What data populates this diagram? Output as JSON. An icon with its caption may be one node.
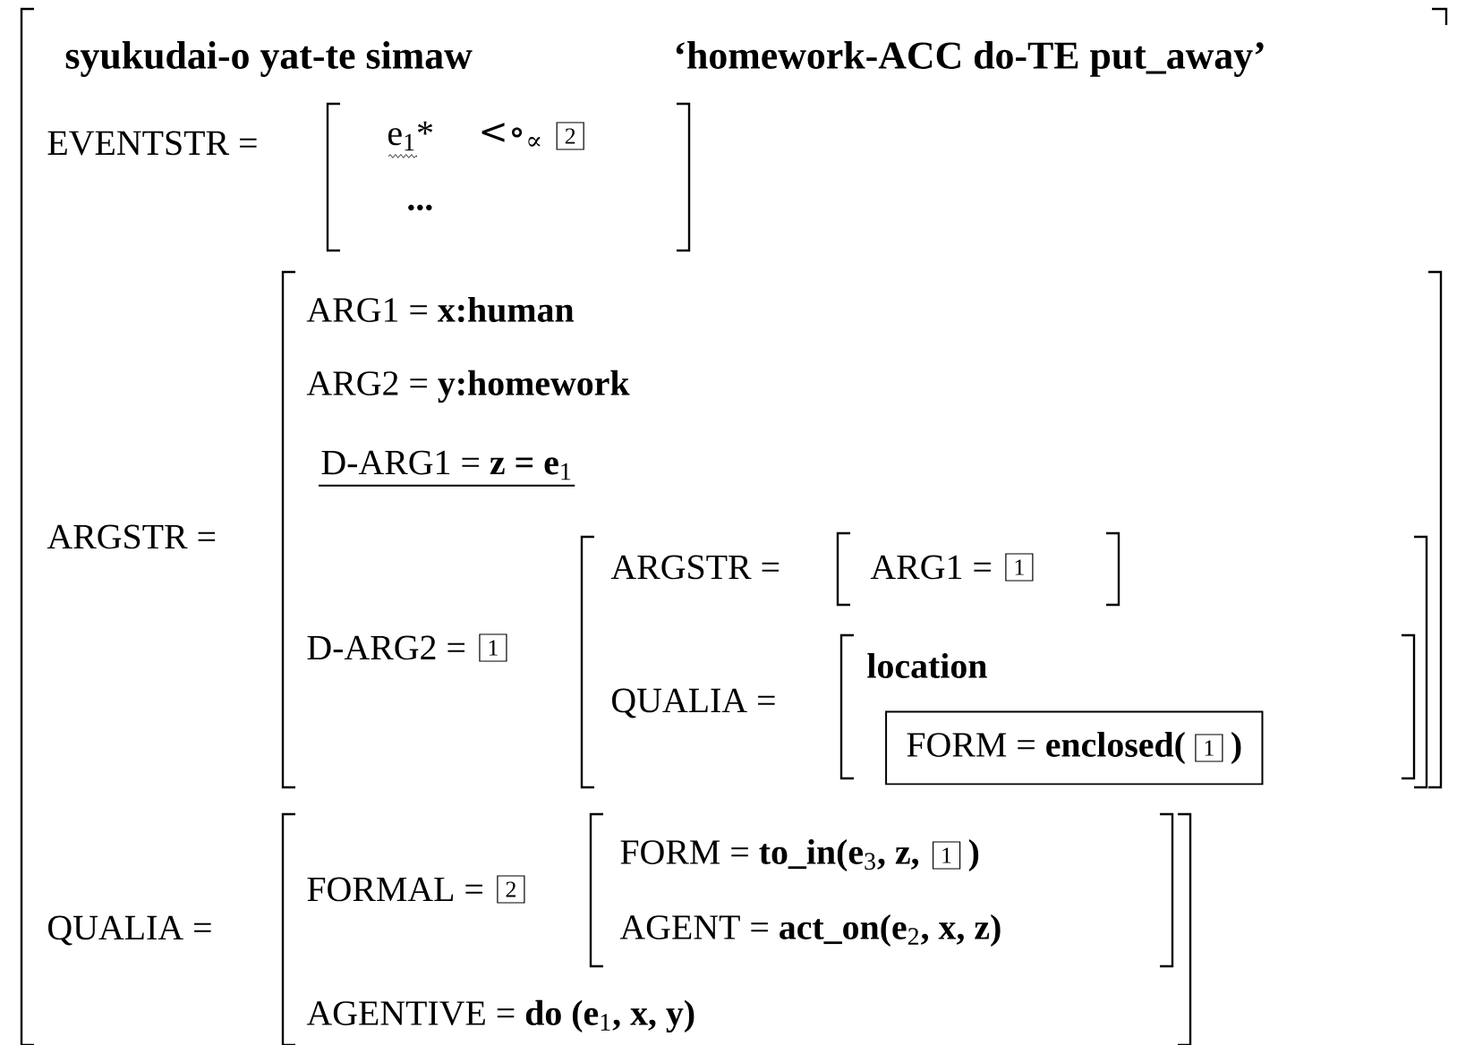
{
  "diagram": {
    "nodes": [
      {
        "text": [
          "2"
        ]
      },
      {
        "text": [
          "1"
        ]
      },
      {
        "text": [
          "1"
        ]
      },
      {
        "text": [
          "FORM = **enclosed(**",
          ")"
        ]
      },
      {
        "text": [
          "1"
        ],
        "in": 3
      },
      {
        "text": [
          "2"
        ]
      },
      {
        "text": [
          "1"
        ]
      }
    ],
    "labels": [
      "syukudai-o yat-te simaw",
      "‘homework-ACC do-TE put_away’",
      "EVENTSTR =",
      "e$_{1}$*",
      "<∘$_{∝}$",
      "...",
      "ARGSTR =",
      "ARG1 = **x:human**",
      "ARG2 = **y:homework**",
      "D-ARG1 = **z = e**$_{1}$",
      "D-ARG2 =",
      "ARGSTR =",
      "ARG1 =",
      "QUALIA =",
      "location",
      "QUALIA =",
      "FORMAL =",
      "FORM = **to_in(e**$_{3}$**, z,**",
      "AGENT = **act_on(e**$_{2}$**, x, z)**",
      "AGENTIVE = **do (e**$_{1}$**, x, y)**",
      ")"
    ]
  }
}
